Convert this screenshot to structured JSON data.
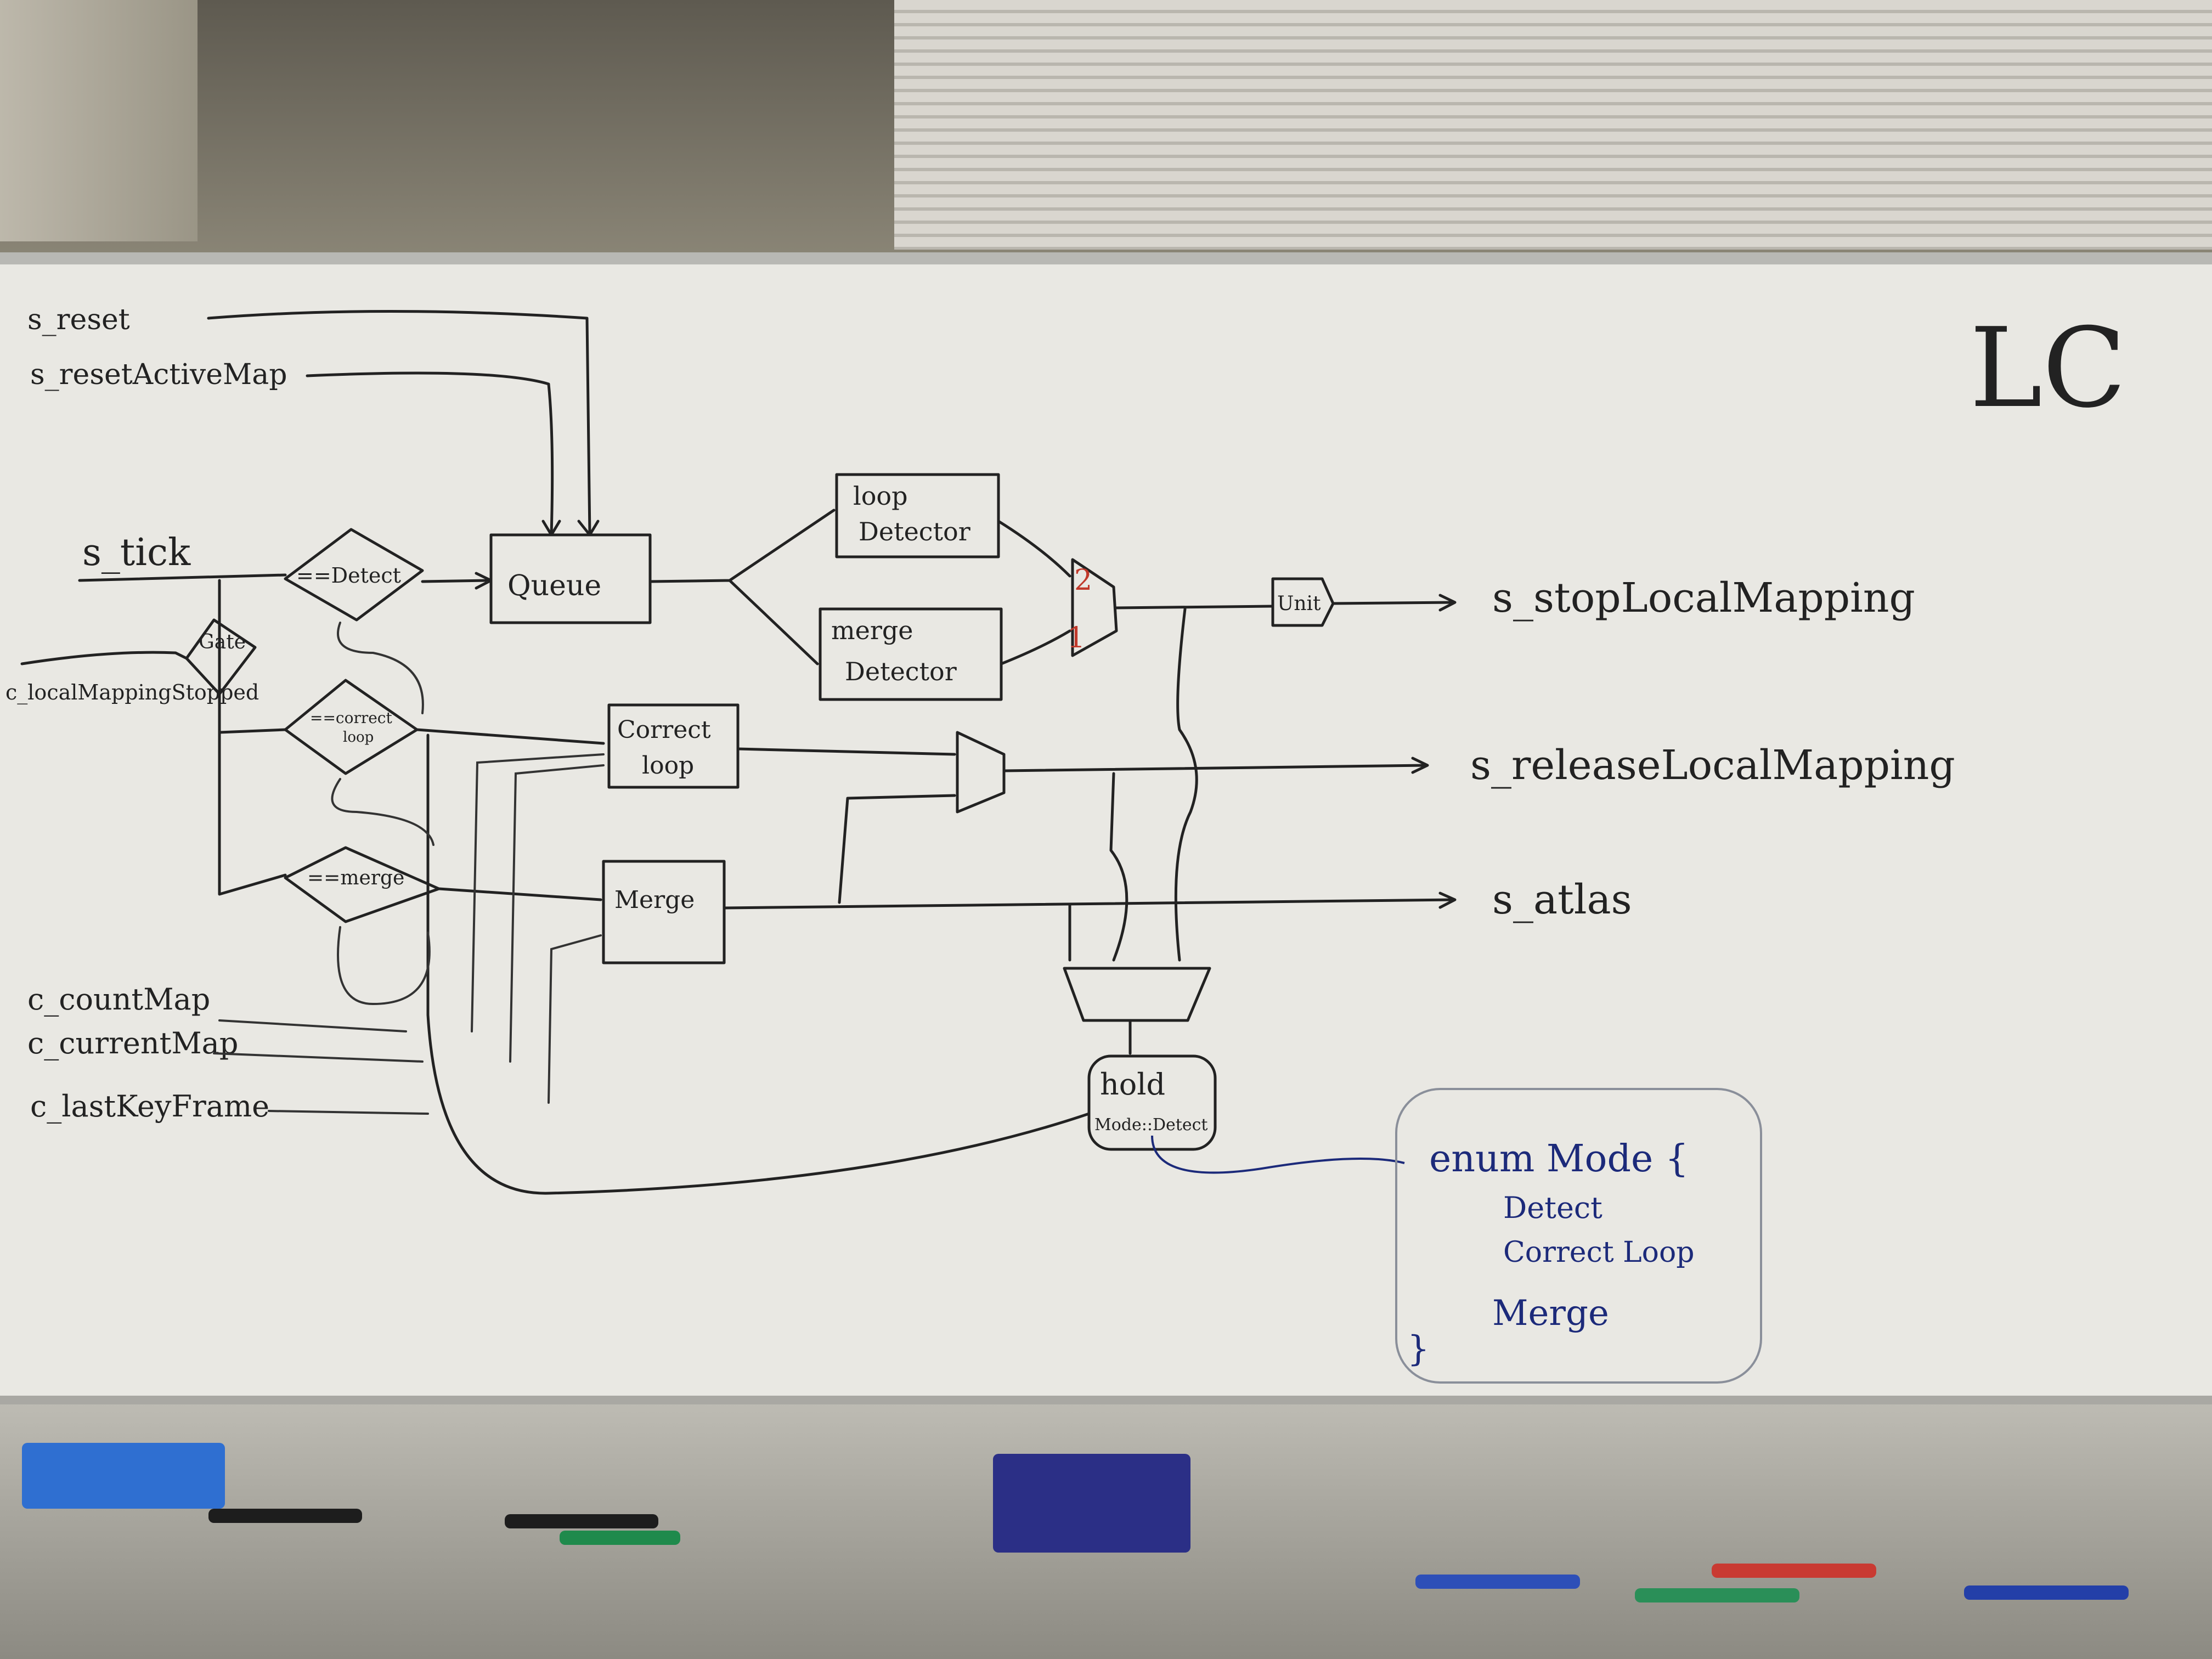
{
  "board": {
    "corner_label": "LC",
    "inputs": [
      "s_reset",
      "s_resetActiveMap",
      "s_tick",
      "c_localMappingStopped",
      "c_countMap",
      "c_currentMap",
      "c_lastKeyFrame"
    ],
    "nodes": {
      "detect_check": "==Detect",
      "gate": "Gate",
      "correct_loop_check_1": "==correct",
      "correct_loop_check_2": "loop",
      "merge_check": "==merge",
      "queue": "Queue",
      "loop_detector_1": "loop",
      "loop_detector_2": "Detector",
      "merge_detector_1": "merge",
      "merge_detector_2": "Detector",
      "mux_input_2": "2",
      "mux_input_1": "1",
      "unit": "Unit",
      "correct_loop_block_1": "Correct",
      "correct_loop_block_2": "loop",
      "merge_block": "Merge",
      "hold_1": "hold",
      "hold_2": "Mode::Detect"
    },
    "outputs": [
      "s_stopLocalMapping",
      "s_releaseLocalMapping",
      "s_atlas"
    ],
    "enum_note": {
      "header": "enum Mode {",
      "items": [
        "Detect",
        "Correct Loop",
        "Merge"
      ],
      "footer": "}"
    }
  },
  "colors": {
    "board": "#e9e8e3",
    "ink_black": "#222222",
    "ink_red": "#c0392b",
    "ink_blue": "#1c2a7a",
    "eraser_blue": "#2f6fd1",
    "eraser_navy": "#2b2f86"
  }
}
